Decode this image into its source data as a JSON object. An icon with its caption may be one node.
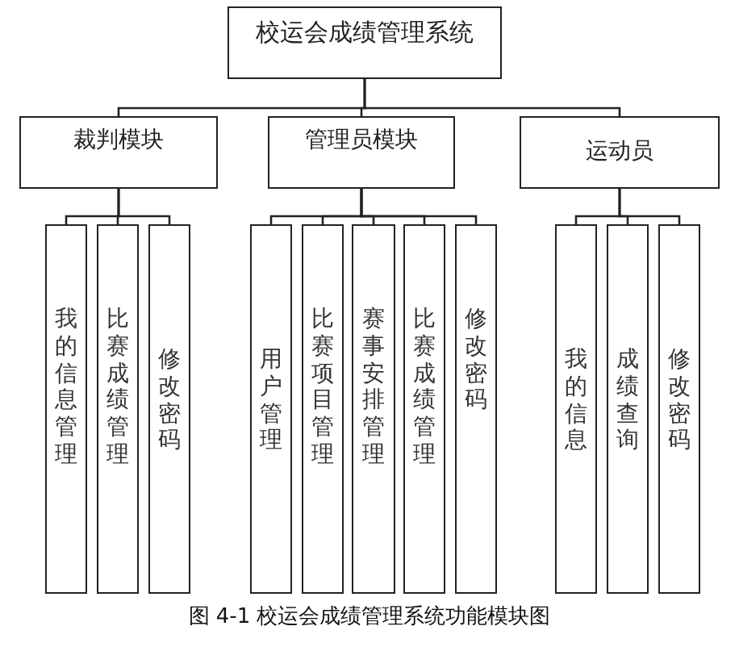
{
  "diagram": {
    "caption": "图 4-1  校运会成绩管理系统功能模块图",
    "nodes": [
      {
        "text": [
          "校运会成绩管理系统"
        ]
      },
      {
        "text": [
          "裁判模块"
        ]
      },
      {
        "text": [
          "管理员模块"
        ]
      },
      {
        "text": [
          "运动员"
        ]
      },
      {
        "text": [
          "我的信息管理"
        ]
      },
      {
        "text": [
          "比赛成绩管理"
        ]
      },
      {
        "text": [
          "修改密码"
        ]
      },
      {
        "text": [
          "用户管理"
        ]
      },
      {
        "text": [
          "比赛项目管理"
        ]
      },
      {
        "text": [
          "赛事安排管理"
        ]
      },
      {
        "text": [
          "比赛成绩管理"
        ]
      },
      {
        "text": [
          "修改密码"
        ]
      },
      {
        "text": [
          "我的信息"
        ]
      },
      {
        "text": [
          "成绩查询"
        ]
      },
      {
        "text": [
          "修改密码"
        ]
      }
    ],
    "edges": [
      {
        "from": 0,
        "to": 1,
        "arrow": "none"
      },
      {
        "from": 0,
        "to": 2,
        "arrow": "none"
      },
      {
        "from": 0,
        "to": 3,
        "arrow": "none"
      },
      {
        "from": 1,
        "to": 4,
        "arrow": "none"
      },
      {
        "from": 1,
        "to": 5,
        "arrow": "none"
      },
      {
        "from": 1,
        "to": 6,
        "arrow": "none"
      },
      {
        "from": 2,
        "to": 7,
        "arrow": "none"
      },
      {
        "from": 2,
        "to": 8,
        "arrow": "none"
      },
      {
        "from": 2,
        "to": 9,
        "arrow": "none"
      },
      {
        "from": 2,
        "to": 10,
        "arrow": "none"
      },
      {
        "from": 2,
        "to": 11,
        "arrow": "none"
      },
      {
        "from": 3,
        "to": 12,
        "arrow": "none"
      },
      {
        "from": 3,
        "to": 13,
        "arrow": "none"
      },
      {
        "from": 3,
        "to": 14,
        "arrow": "none"
      }
    ]
  }
}
